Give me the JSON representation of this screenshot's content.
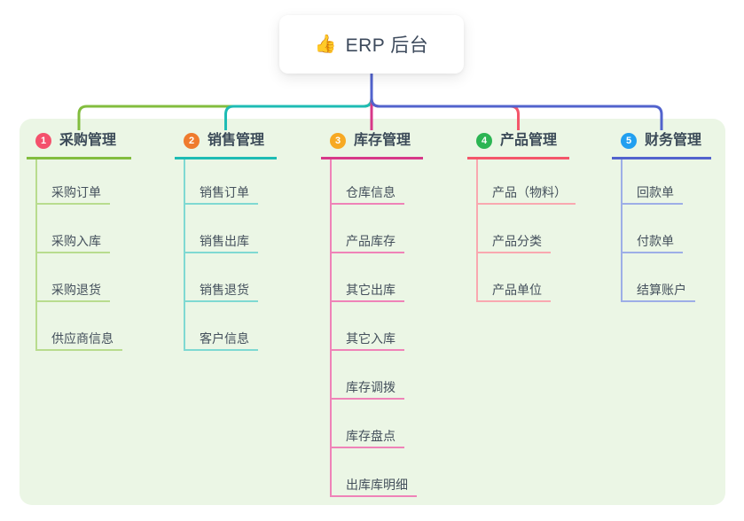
{
  "root": {
    "icon": "👍",
    "title": "ERP 后台"
  },
  "branches": [
    {
      "number": "1",
      "label": "采购管理",
      "badge_color": "#f4516c",
      "line_color": "#82bd3e",
      "child_line_color": "#b8dc8e",
      "children": [
        "采购订单",
        "采购入库",
        "采购退货",
        "供应商信息"
      ]
    },
    {
      "number": "2",
      "label": "销售管理",
      "badge_color": "#ef7b2e",
      "line_color": "#1ebcb4",
      "child_line_color": "#7fd9d2",
      "children": [
        "销售订单",
        "销售出库",
        "销售退货",
        "客户信息"
      ]
    },
    {
      "number": "3",
      "label": "库存管理",
      "badge_color": "#f7a923",
      "line_color": "#d73889",
      "child_line_color": "#ef83b8",
      "children": [
        "仓库信息",
        "产品库存",
        "其它出库",
        "其它入库",
        "库存调拨",
        "库存盘点",
        "出库库明细"
      ]
    },
    {
      "number": "4",
      "label": "产品管理",
      "badge_color": "#2cb553",
      "line_color": "#f4566a",
      "child_line_color": "#f9a8b0",
      "children": [
        "产品（物料）",
        "产品分类",
        "产品单位"
      ]
    },
    {
      "number": "5",
      "label": "财务管理",
      "badge_color": "#219ff0",
      "line_color": "#5263cd",
      "child_line_color": "#9daee7",
      "children": [
        "回款单",
        "付款单",
        "结算账户"
      ]
    }
  ],
  "colors": {
    "panel_bg": "#ebf6e5",
    "page_bg": "#ffffff",
    "text": "#3b4a58"
  }
}
